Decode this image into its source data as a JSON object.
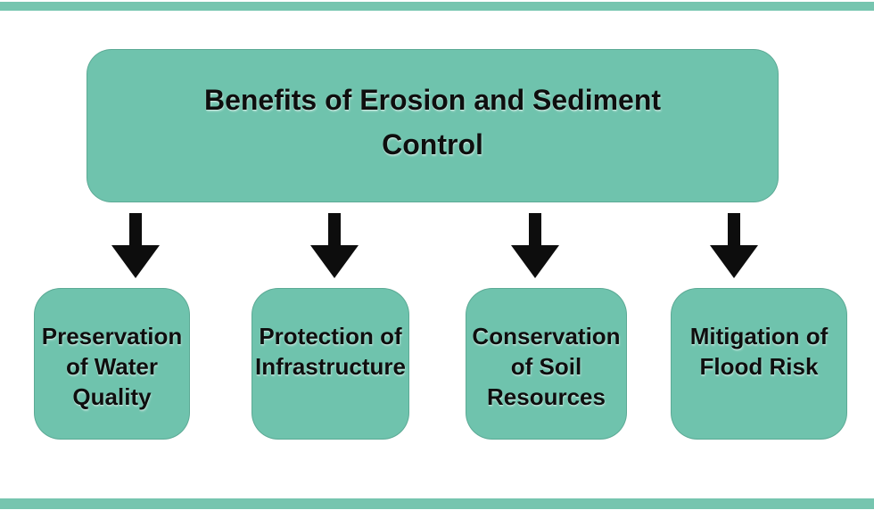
{
  "colors": {
    "accent_fill": "#6FC3AD",
    "border_bar": "#76C5AF",
    "arrow": "#0D0D0D",
    "text": "#0E0E0E",
    "background": "#FFFFFF"
  },
  "title_box": {
    "title": "Benefits of Erosion and Sediment\nControl"
  },
  "benefit_boxes": [
    {
      "label": "Preservation\nof Water\nQuality"
    },
    {
      "label": "Protection of\nInfrastructure"
    },
    {
      "label": "Conservation\nof Soil\nResources"
    },
    {
      "label": "Mitigation of\nFlood Risk"
    }
  ],
  "arrows": [
    {
      "icon": "down-arrow"
    },
    {
      "icon": "down-arrow"
    },
    {
      "icon": "down-arrow"
    },
    {
      "icon": "down-arrow"
    }
  ]
}
